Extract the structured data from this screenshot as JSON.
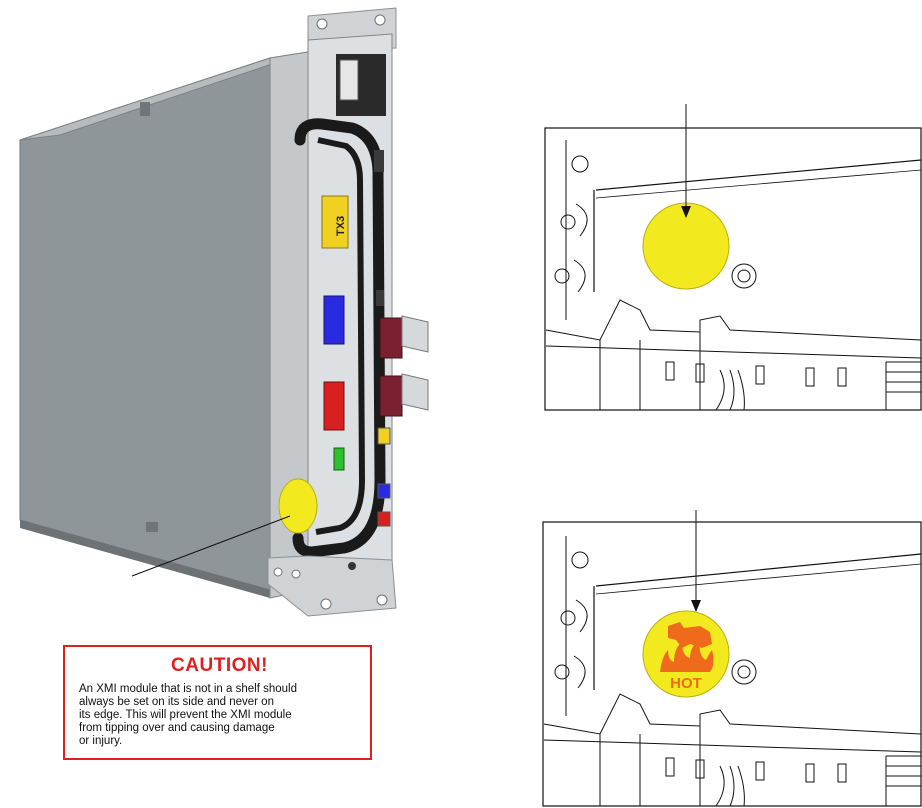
{
  "caution": {
    "title": "CAUTION!",
    "lines": [
      "An XMI module that is not in a shelf should",
      "always be set on its side and never on",
      "its edge. This will prevent the XMI module",
      "from tipping over and causing damage",
      "or injury."
    ]
  },
  "module_labels": {
    "tx3": "TX3"
  },
  "hot_label": {
    "text": "HOT"
  },
  "colors": {
    "caution_red": "#e02020",
    "sticker_yellow": "#f2ea1e",
    "hot_orange": "#f06a1c",
    "module_gray": "#8f969a",
    "connector_blue": "#2a2ae0",
    "connector_red": "#d82020",
    "connector_yellow": "#f0d020",
    "connector_green": "#2ec02e",
    "handle_black": "#1a1a1a"
  }
}
